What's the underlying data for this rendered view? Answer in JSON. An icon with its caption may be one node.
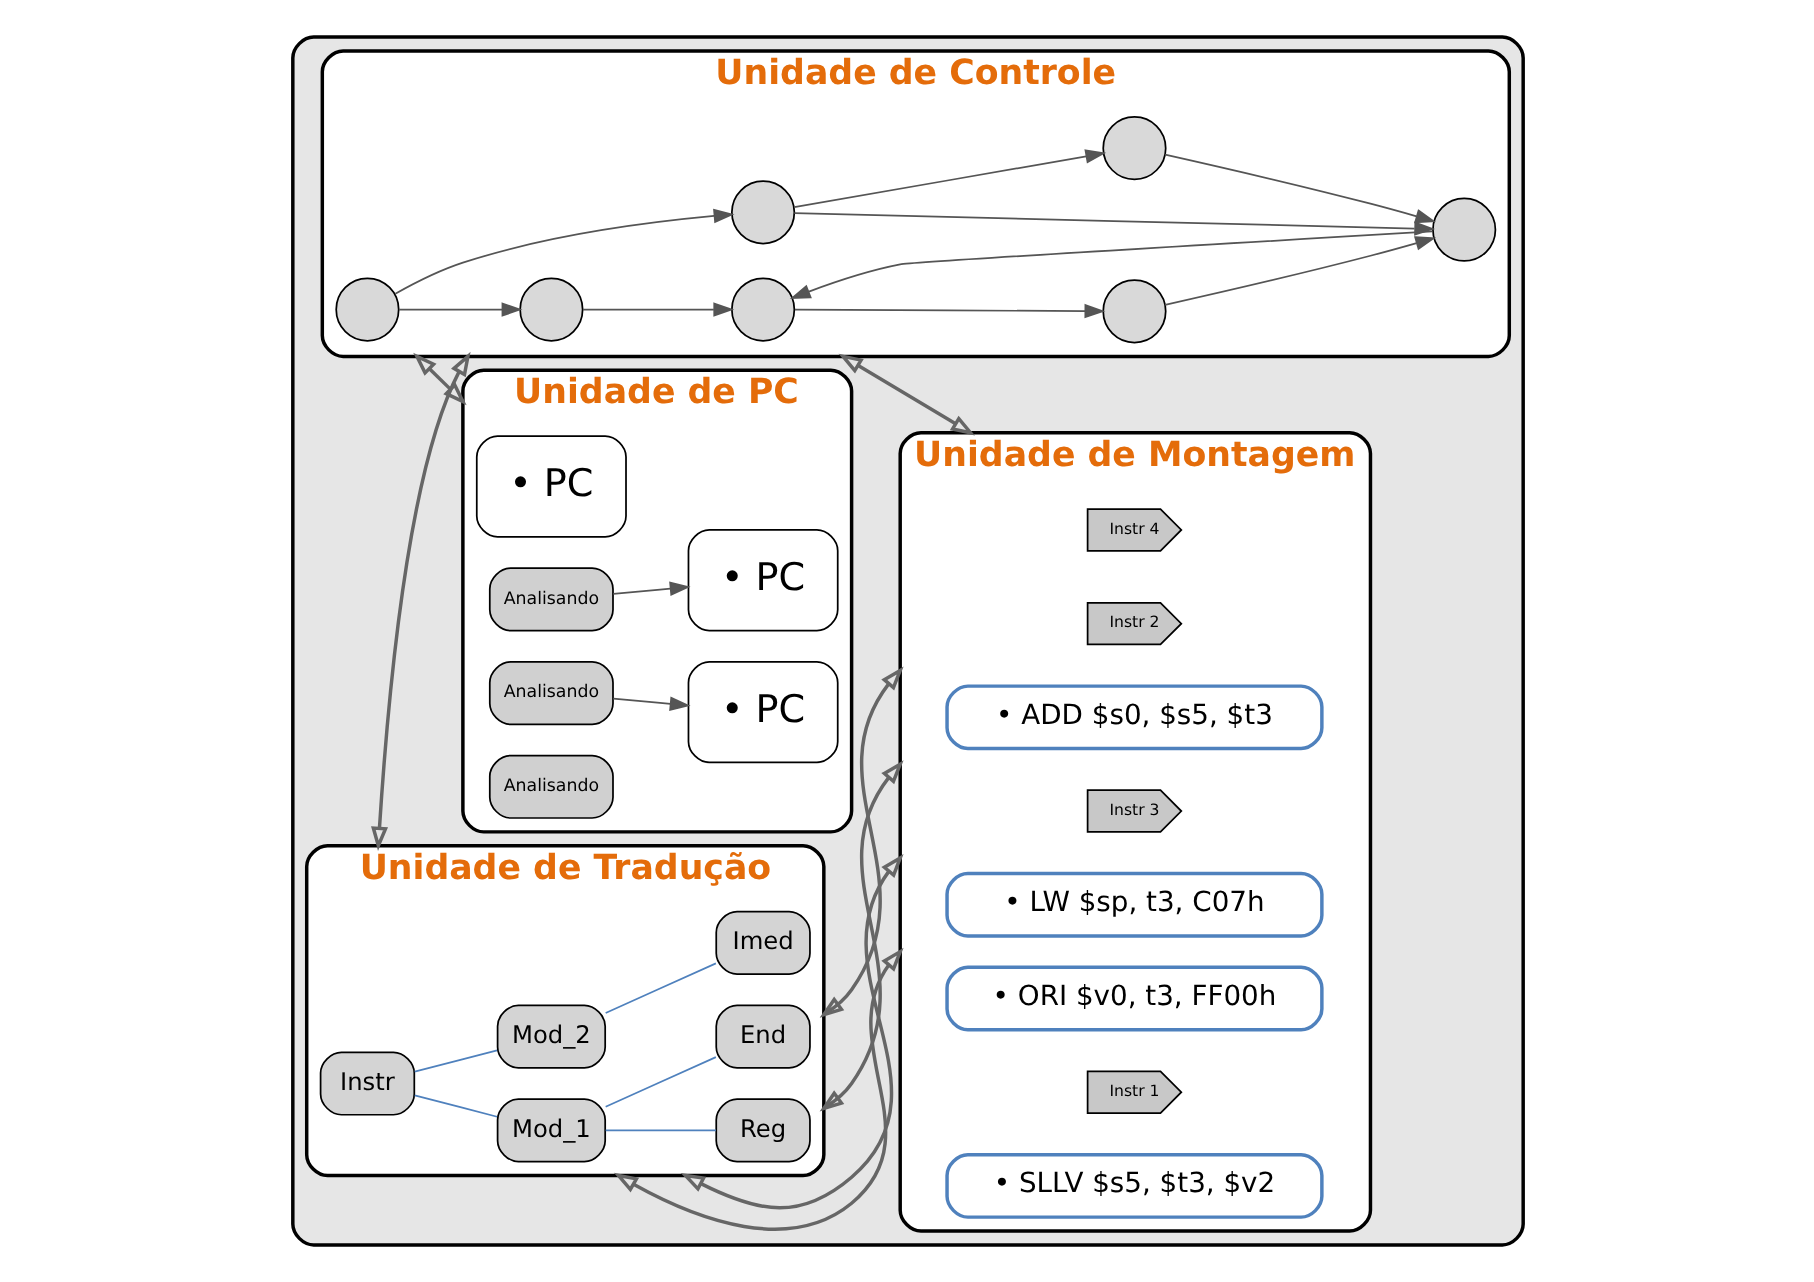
{
  "diagram": {
    "nodes": [
      {
        "text": [],
        "shape": "box"
      },
      {
        "text": [
          "Unidade de Controle"
        ],
        "in": 0
      },
      {
        "text": [],
        "shape": "circle",
        "in": 1
      },
      {
        "text": [],
        "shape": "circle",
        "in": 1
      },
      {
        "text": [],
        "shape": "circle",
        "in": 1
      },
      {
        "text": [],
        "shape": "circle",
        "in": 1
      },
      {
        "text": [],
        "shape": "circle",
        "in": 1
      },
      {
        "text": [],
        "shape": "circle",
        "in": 1
      },
      {
        "text": [],
        "shape": "circle",
        "in": 1
      },
      {
        "text": [
          "Unidade de PC"
        ],
        "in": 0
      },
      {
        "text": [
          "• PC"
        ],
        "in": 9
      },
      {
        "text": [
          "Analisando"
        ],
        "in": 9
      },
      {
        "text": [
          "Analisando"
        ],
        "in": 9
      },
      {
        "text": [
          "• PC"
        ],
        "in": 9
      },
      {
        "text": [
          "• PC"
        ],
        "in": 9
      },
      {
        "text": [
          "Analisando"
        ],
        "in": 9
      },
      {
        "text": [
          "Unidade de Tradução"
        ],
        "in": 0
      },
      {
        "text": [
          "Instr"
        ],
        "in": 16
      },
      {
        "text": [
          "Mod_1"
        ],
        "in": 16
      },
      {
        "text": [
          "Mod_2"
        ],
        "in": 16
      },
      {
        "text": [
          "Reg"
        ],
        "in": 16
      },
      {
        "text": [
          "End"
        ],
        "in": 16
      },
      {
        "text": [
          "Imed"
        ],
        "in": 16
      },
      {
        "text": [
          "Unidade de Montagem"
        ],
        "in": 0
      },
      {
        "text": [
          "Instr 4"
        ],
        "in": 23
      },
      {
        "text": [
          "• LW $sp, t3, C07h"
        ],
        "in": 23
      },
      {
        "text": [
          "Instr 3"
        ],
        "in": 23
      },
      {
        "text": [
          "• ADD $s0, $s5, $t3"
        ],
        "in": 23
      },
      {
        "text": [
          "Instr 2"
        ],
        "in": 23
      },
      {
        "text": [
          "• ORI $v0, t3, FF00h"
        ],
        "in": 23
      },
      {
        "text": [
          "Instr 1"
        ],
        "in": 23
      },
      {
        "text": [
          "• SLLV $s5, $t3, $v2"
        ],
        "in": 23
      }
    ],
    "edges": [
      {
        "from": 2,
        "to": 3,
        "arrow": "to"
      },
      {
        "from": 3,
        "to": 4,
        "arrow": "to"
      },
      {
        "from": 2,
        "to": 6,
        "arrow": "to"
      },
      {
        "from": 5,
        "to": 4,
        "arrow": "to"
      },
      {
        "from": 6,
        "to": 5,
        "arrow": "to"
      },
      {
        "from": 6,
        "to": 8,
        "arrow": "to"
      },
      {
        "from": 8,
        "to": 5,
        "arrow": "to"
      },
      {
        "from": 4,
        "to": 7,
        "arrow": "to"
      },
      {
        "from": 7,
        "to": 5,
        "arrow": "to"
      },
      {
        "from": 11,
        "to": 13,
        "arrow": "to"
      },
      {
        "from": 12,
        "to": 14,
        "arrow": "to"
      },
      {
        "from": 17,
        "to": 18,
        "arrow": "none",
        "color": "#4f81bd"
      },
      {
        "from": 17,
        "to": 19,
        "arrow": "none",
        "color": "#4f81bd"
      },
      {
        "from": 18,
        "to": 20,
        "arrow": "none",
        "color": "#4f81bd"
      },
      {
        "from": 18,
        "to": 21,
        "arrow": "none",
        "color": "#4f81bd"
      },
      {
        "from": 19,
        "to": 22,
        "arrow": "none",
        "color": "#4f81bd"
      },
      {
        "from": 1,
        "to": 9,
        "arrow": "both"
      },
      {
        "from": 1,
        "to": 16,
        "arrow": "both"
      },
      {
        "from": 1,
        "to": 23,
        "arrow": "both"
      },
      {
        "from": 16,
        "to": 23,
        "arrow": "both"
      },
      {
        "from": 16,
        "to": 23,
        "arrow": "both"
      },
      {
        "from": 16,
        "to": 23,
        "arrow": "both"
      },
      {
        "from": 16,
        "to": 23,
        "arrow": "both"
      }
    ]
  }
}
